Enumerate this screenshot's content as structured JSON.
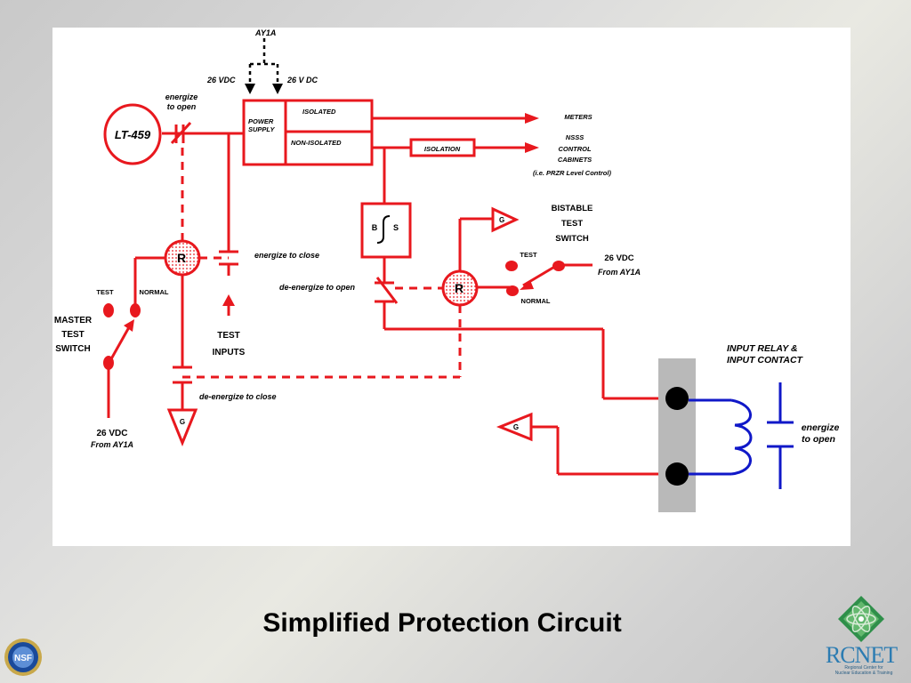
{
  "slide": {
    "title": "Simplified Protection Circuit"
  },
  "colors": {
    "wire": "#e8181e",
    "coil": "#1018c8",
    "block": "#b9b9b9",
    "rcnet": "#2c7cb2"
  },
  "diagram": {
    "ay1a": "AY1A",
    "vdc_left": "26 VDC",
    "vdc_right": "26 V DC",
    "lt459": "LT-459",
    "energize_to_open_1": "energize",
    "energize_to_open_2": "to open",
    "power_supply_1": "POWER",
    "power_supply_2": "SUPPLY",
    "isolated": "ISOLATED",
    "non_isolated": "NON-ISOLATED",
    "isolation": "ISOLATION",
    "meters": "METERS",
    "nsss_1": "NSSS",
    "nsss_2": "CONTROL",
    "nsss_3": "CABINETS",
    "nsss_4": "(i.e. PRZR Level Control)",
    "bistable_b": "B",
    "bistable_s": "S",
    "bistable_1": "BISTABLE",
    "bistable_2": "TEST",
    "bistable_3": "SWITCH",
    "ground": "G",
    "relay_r": "R",
    "energize_to_close": "energize to close",
    "deenergize_to_open": "de-energize to open",
    "deenergize_to_close": "de-energize to close",
    "test": "TEST",
    "normal": "NORMAL",
    "master_1": "MASTER",
    "master_2": "TEST",
    "master_3": "SWITCH",
    "test_inputs_1": "TEST",
    "test_inputs_2": "INPUTS",
    "supply_left_1": "26 VDC",
    "supply_left_2": "From AY1A",
    "supply_right_1": "26 VDC",
    "supply_right_2": "From AY1A",
    "input_relay_1": "INPUT RELAY &",
    "input_relay_2": "INPUT CONTACT",
    "coil_energize_1": "energize",
    "coil_energize_2": "to open"
  },
  "logos": {
    "nsf": "NSF",
    "rcnet": "RCNET",
    "rcnet_sub_1": "Regional Center for",
    "rcnet_sub_2": "Nuclear Education & Training"
  }
}
